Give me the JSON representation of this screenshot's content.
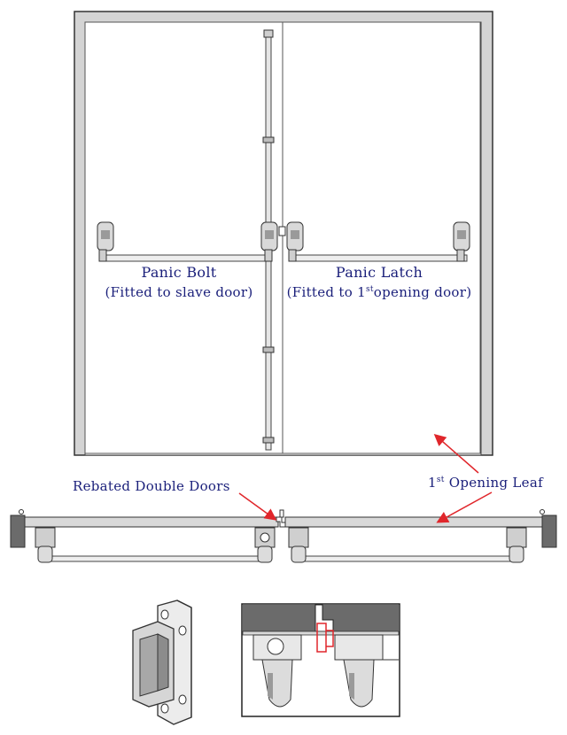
{
  "labels": {
    "panic_bolt": {
      "title": "Panic Bolt",
      "note": "(Fitted to slave door)"
    },
    "panic_latch": {
      "title": "Panic Latch",
      "note_prefix": "(Fitted to 1",
      "note_sup": "st",
      "note_suffix": "opening door)"
    },
    "rebated": "Rebated Double Doors",
    "opening_leaf": {
      "prefix": "1",
      "sup": "st",
      "suffix": " Opening Leaf"
    }
  },
  "colors": {
    "label_text": "#1a1f7a",
    "frame_fill": "#d9d9d9",
    "outline": "#333333",
    "arrow": "#e0262b",
    "block": "#6b6b6b",
    "detail_red": "#e0262b"
  }
}
